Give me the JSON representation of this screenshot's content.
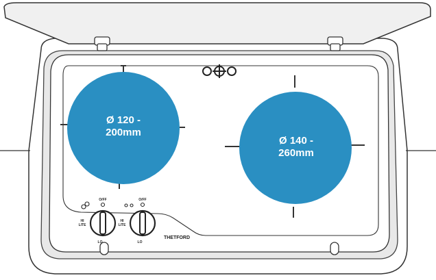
{
  "zones": [
    {
      "line1": "Ø 120 -",
      "line2": "200mm"
    },
    {
      "line1": "Ø 140 -",
      "line2": "260mm"
    }
  ],
  "knobs": {
    "off_label": "O/FF",
    "hi_label": "HI",
    "lite_label": "LITE",
    "lo_label": "LO"
  },
  "brand": "THETFORD",
  "colors": {
    "zone_fill": "#2a8fc2",
    "outline": "#333333",
    "panel_gray": "#e8e8e8"
  }
}
